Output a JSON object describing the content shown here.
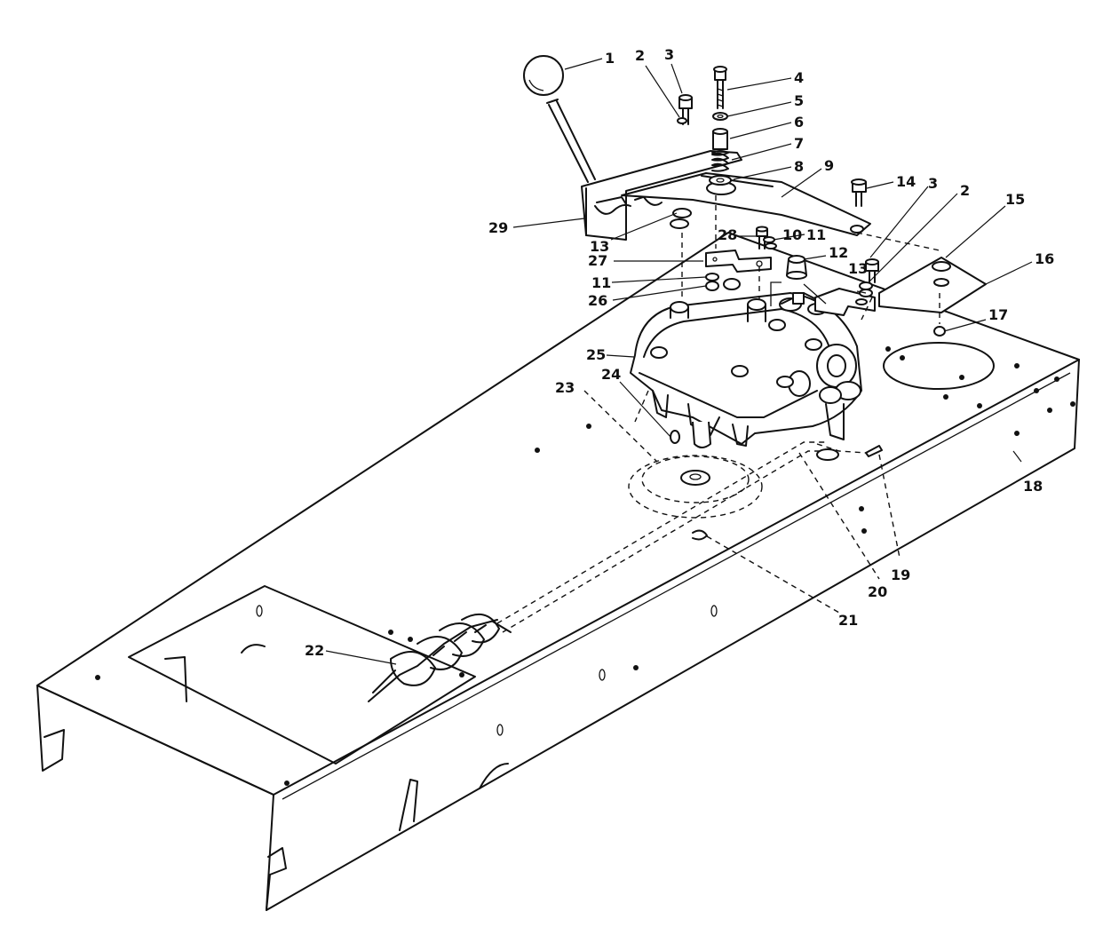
{
  "callouts": [
    {
      "id": "c1",
      "label": "1"
    },
    {
      "id": "c2a",
      "label": "2"
    },
    {
      "id": "c3a",
      "label": "3"
    },
    {
      "id": "c4",
      "label": "4"
    },
    {
      "id": "c5",
      "label": "5"
    },
    {
      "id": "c6",
      "label": "6"
    },
    {
      "id": "c7",
      "label": "7"
    },
    {
      "id": "c8",
      "label": "8"
    },
    {
      "id": "c9",
      "label": "9"
    },
    {
      "id": "c14",
      "label": "14"
    },
    {
      "id": "c3b",
      "label": "3"
    },
    {
      "id": "c2b",
      "label": "2"
    },
    {
      "id": "c15",
      "label": "15"
    },
    {
      "id": "c16",
      "label": "16"
    },
    {
      "id": "c29",
      "label": "29"
    },
    {
      "id": "c13a",
      "label": "13"
    },
    {
      "id": "c28",
      "label": "28"
    },
    {
      "id": "c10",
      "label": "10"
    },
    {
      "id": "c11a",
      "label": "11"
    },
    {
      "id": "c12",
      "label": "12"
    },
    {
      "id": "c27",
      "label": "27"
    },
    {
      "id": "c11b",
      "label": "11"
    },
    {
      "id": "c13b",
      "label": "13"
    },
    {
      "id": "c26",
      "label": "26"
    },
    {
      "id": "c17",
      "label": "17"
    },
    {
      "id": "c25",
      "label": "25"
    },
    {
      "id": "c24",
      "label": "24"
    },
    {
      "id": "c23",
      "label": "23"
    },
    {
      "id": "c18",
      "label": "18"
    },
    {
      "id": "c19",
      "label": "19"
    },
    {
      "id": "c20",
      "label": "20"
    },
    {
      "id": "c21",
      "label": "21"
    },
    {
      "id": "c22",
      "label": "22"
    }
  ]
}
